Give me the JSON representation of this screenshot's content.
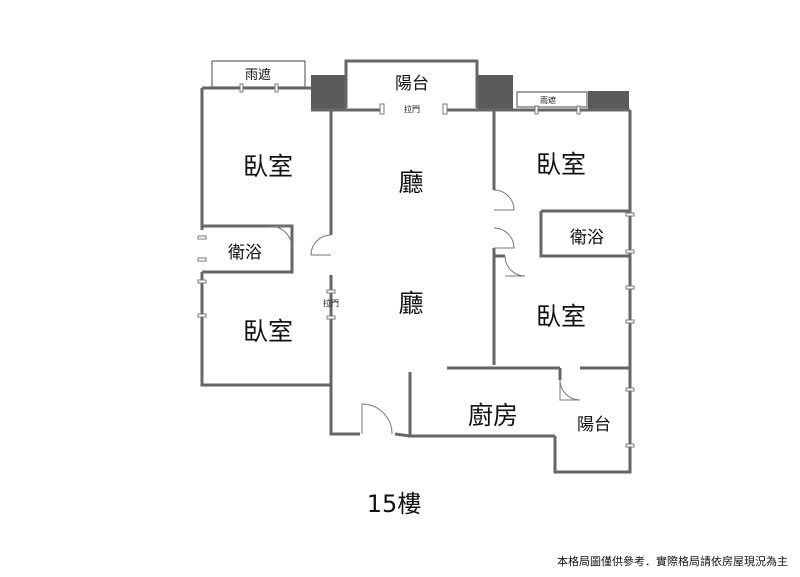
{
  "plan": {
    "rooms": {
      "canopy_left": "雨遮",
      "balcony_top": "陽台",
      "sliding_door_top": "拉門",
      "canopy_right": "雨遮",
      "bedroom_top_left": "臥室",
      "living_top": "廳",
      "bedroom_top_right": "臥室",
      "bath_left": "衛浴",
      "bath_right": "衛浴",
      "sliding_door_mid": "拉門",
      "living_bottom": "廳",
      "bedroom_bottom_left": "臥室",
      "bedroom_bottom_right": "臥室",
      "kitchen": "廚房",
      "balcony_right": "陽台"
    },
    "floor": "15樓"
  },
  "footer": {
    "disclaimer": "本格局圖僅供參考．實際格局請依房屋現況為主"
  },
  "colors": {
    "wall": "#666666",
    "pillar": "#5a5a5a",
    "background": "#ffffff"
  }
}
